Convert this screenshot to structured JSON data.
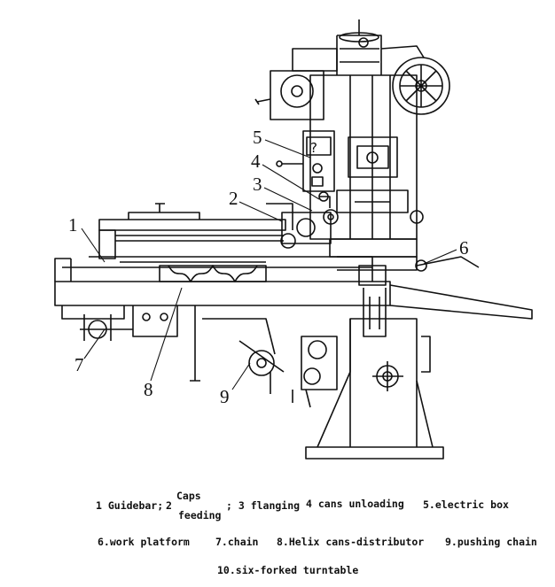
{
  "callouts": [
    "1",
    "2",
    "3",
    "4",
    "5",
    "6",
    "7",
    "8",
    "9"
  ],
  "legend": {
    "row1": {
      "item1": "1 Guidebar;",
      "item2_num": "2",
      "item2_top": "Caps",
      "item2_bottom": "feeding",
      "item3": "; 3 flanging",
      "item4": "4 cans unloading",
      "item5": "5.electric box"
    },
    "row2": {
      "item6": "6.work platform",
      "item7": "7.chain",
      "item8": "8.Helix cans-distributor",
      "item9": "9.pushing chain"
    },
    "row3": {
      "item10": "10.six-forked turntable"
    }
  }
}
